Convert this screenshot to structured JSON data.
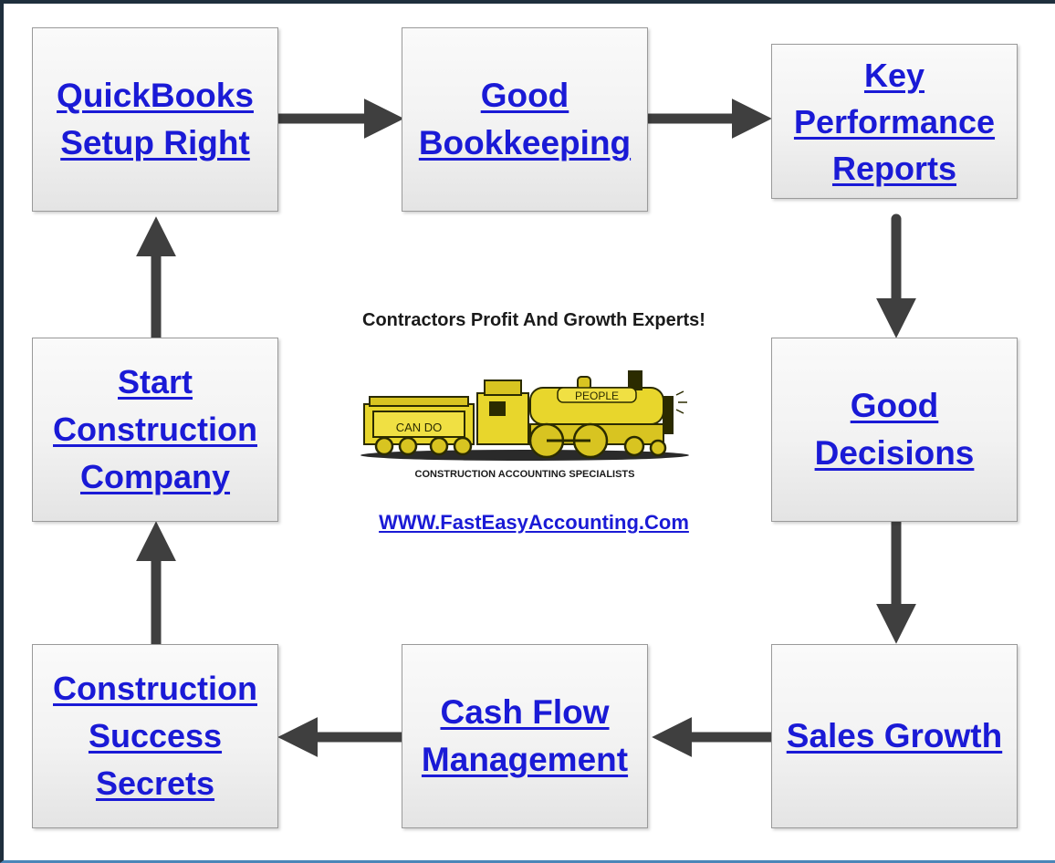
{
  "boxes": {
    "quickbooks": "QuickBooks Setup Right",
    "bookkeeping": "Good Bookkeeping",
    "kpi": "Key Performance Reports",
    "decisions": "Good Decisions",
    "sales": "Sales Growth",
    "cashflow": "Cash Flow Management",
    "secrets": "Construction Success Secrets",
    "start": "Start Construction Company"
  },
  "center": {
    "tagline": "Contractors Profit And Growth Experts!",
    "logo": {
      "tender_label": "CAN DO",
      "boiler_label": "PEOPLE",
      "caption": "CONSTRUCTION ACCOUNTING SPECIALISTS"
    },
    "website": "WWW.FastEasyAccounting.Com"
  },
  "colors": {
    "link": "#1a1ad6",
    "arrow": "#3f3f3f",
    "train_body": "#e8d62c"
  }
}
